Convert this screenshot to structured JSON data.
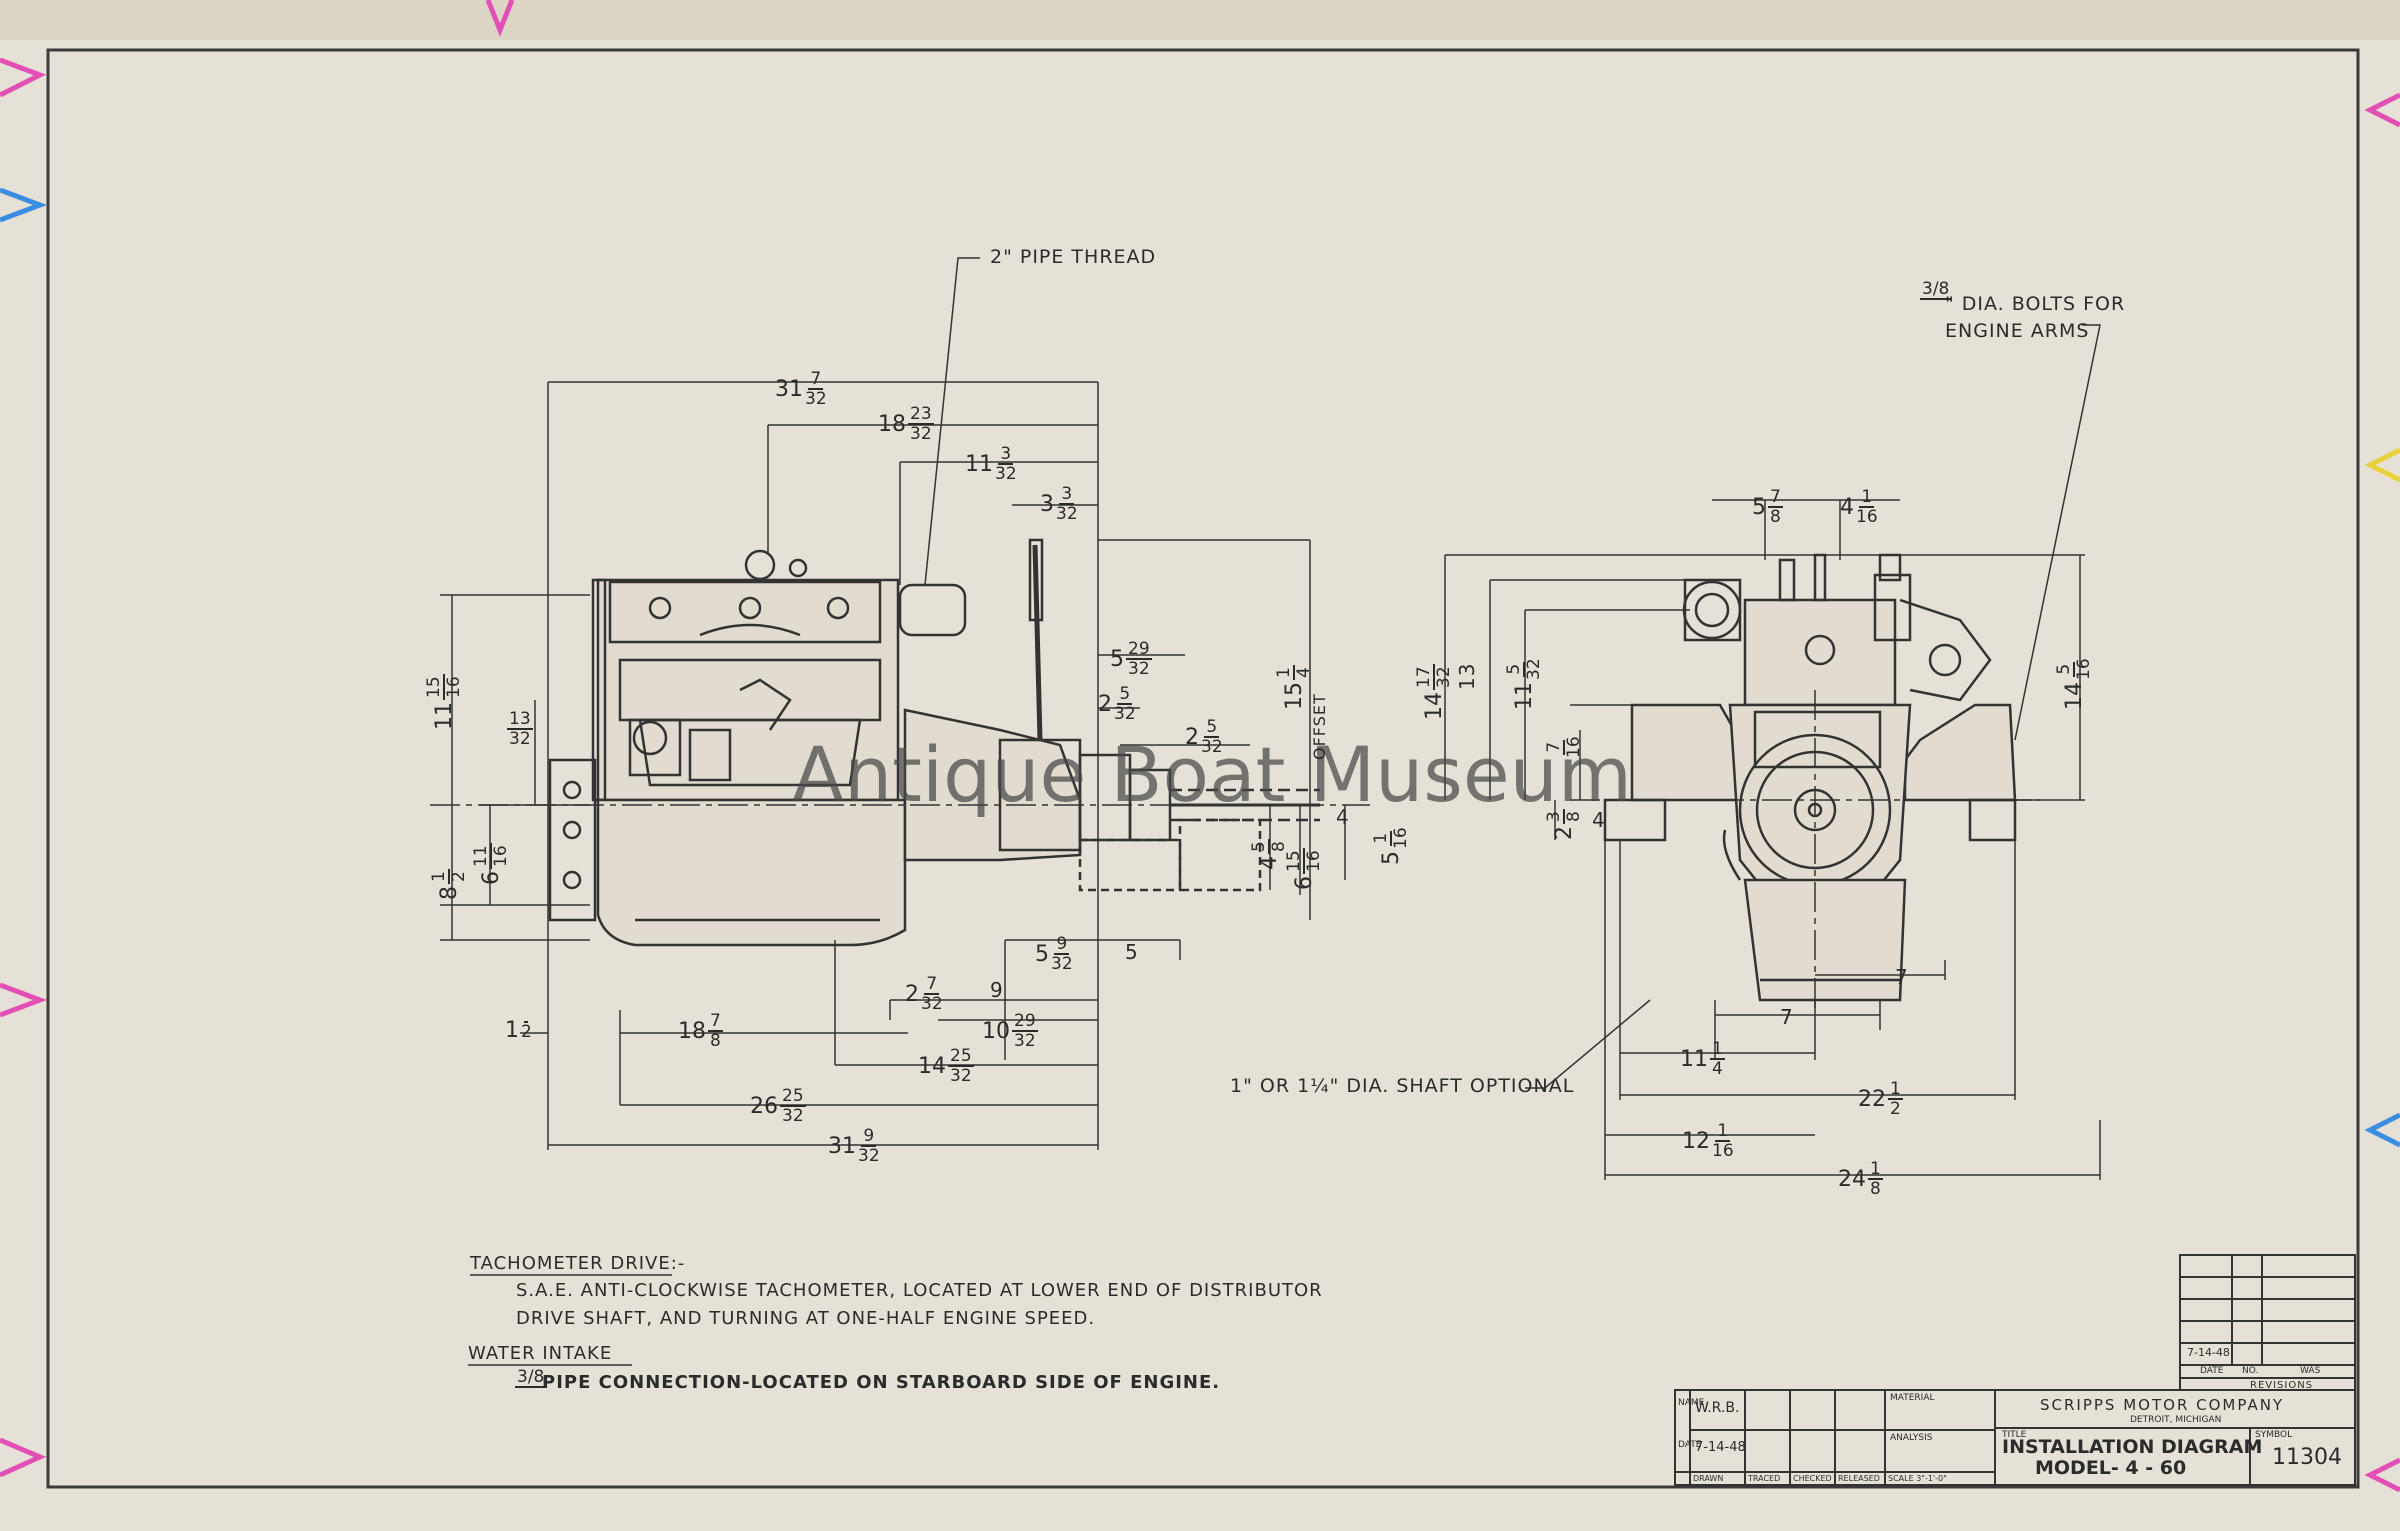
{
  "watermark": "Antique Boat Museum",
  "callouts": {
    "pipe_thread": "2\" PIPE THREAD",
    "bolts_frac": "3/8",
    "bolts_l1": "\" DIA. BOLTS FOR",
    "bolts_l2": "ENGINE ARMS",
    "shaft_optional": "1\" OR 1¼\" DIA. SHAFT OPTIONAL"
  },
  "side_dims": {
    "d1": {
      "w": "31",
      "n": "7",
      "d": "32"
    },
    "d2": {
      "w": "18",
      "n": "23",
      "d": "32"
    },
    "d3": {
      "w": "11",
      "n": "3",
      "d": "32"
    },
    "d4": {
      "w": "3",
      "n": "3",
      "d": "32"
    },
    "d5": {
      "w": "5",
      "n": "29",
      "d": "32"
    },
    "d6": {
      "w": "2",
      "n": "5",
      "d": "32"
    },
    "d7": {
      "w": "2",
      "n": "5",
      "d": "32"
    },
    "d8": {
      "w": "15",
      "n": "1",
      "d": "4"
    },
    "offset": "OFFSET",
    "d9": {
      "w": "11",
      "n": "15",
      "d": "16"
    },
    "d10": {
      "w": "",
      "n": "13",
      "d": "32"
    },
    "d11": {
      "w": "6",
      "n": "11",
      "d": "16"
    },
    "d12": {
      "w": "8",
      "n": "1",
      "d": "2"
    },
    "d13": {
      "w": "4",
      "n": "5",
      "d": "8"
    },
    "d14": {
      "w": "6",
      "n": "15",
      "d": "16"
    },
    "d15": {
      "w": "5",
      "n": "1",
      "d": "16"
    },
    "d16": "4",
    "d17": {
      "w": "5",
      "n": "9",
      "d": "32"
    },
    "d18": "5",
    "d19": {
      "w": "2",
      "n": "7",
      "d": "32"
    },
    "d20": "9",
    "d21": {
      "w": "10",
      "n": "29",
      "d": "32"
    },
    "d22": {
      "w": "1",
      "n": "",
      "d": "2"
    },
    "d23": {
      "w": "18",
      "n": "7",
      "d": "8"
    },
    "d24": {
      "w": "14",
      "n": "25",
      "d": "32"
    },
    "d25": {
      "w": "26",
      "n": "25",
      "d": "32"
    },
    "d26": {
      "w": "31",
      "n": "9",
      "d": "32"
    }
  },
  "end_dims": {
    "e1": {
      "w": "5",
      "n": "7",
      "d": "8"
    },
    "e2": {
      "w": "4",
      "n": "1",
      "d": "16"
    },
    "e3": {
      "w": "14",
      "n": "17",
      "d": "32"
    },
    "e4": "13",
    "e5": {
      "w": "11",
      "n": "5",
      "d": "32"
    },
    "e6": {
      "w": "14",
      "n": "5",
      "d": "16"
    },
    "e7": {
      "w": "",
      "n": "7",
      "d": "16"
    },
    "e8": {
      "w": "2",
      "n": "3",
      "d": "8"
    },
    "e9": "4",
    "e10": "7",
    "e11": "7",
    "e12": {
      "w": "11",
      "n": "1",
      "d": "4"
    },
    "e13": {
      "w": "22",
      "n": "1",
      "d": "2"
    },
    "e14": {
      "w": "12",
      "n": "1",
      "d": "16"
    },
    "e15": {
      "w": "24",
      "n": "1",
      "d": "8"
    }
  },
  "notes": {
    "tach_title": "TACHOMETER DRIVE:-",
    "tach_l1": "S.A.E. ANTI-CLOCKWISE TACHOMETER, LOCATED AT LOWER END OF DISTRIBUTOR",
    "tach_l2": "DRIVE SHAFT, AND TURNING AT ONE-HALF ENGINE SPEED.",
    "water_title": "WATER INTAKE",
    "water_frac": "3/8",
    "water_l1": "PIPE CONNECTION-LOCATED ON STARBOARD SIDE OF ENGINE."
  },
  "title_block": {
    "revisions_label": "REVISIONS",
    "rev_date": "7-14-48",
    "rev_cols": [
      "DATE",
      "NO.",
      "WAS"
    ],
    "company": "SCRIPPS MOTOR COMPANY",
    "city": "DETROIT, MICHIGAN",
    "title_label": "TITLE",
    "title1": "INSTALLATION DIAGRAM",
    "title2": "MODEL- 4 - 60",
    "symbol_label": "SYMBOL",
    "symbol": "11304",
    "name_label": "NAME",
    "name": "W.R.B.",
    "date_label": "DATE",
    "date": "7-14-48",
    "material_label": "MATERIAL",
    "analysis_label": "ANALYSIS",
    "row_labels": [
      "DRAWN",
      "TRACED",
      "CHECKED",
      "RELEASED",
      "SCALE 3\"-1'-0\""
    ]
  }
}
